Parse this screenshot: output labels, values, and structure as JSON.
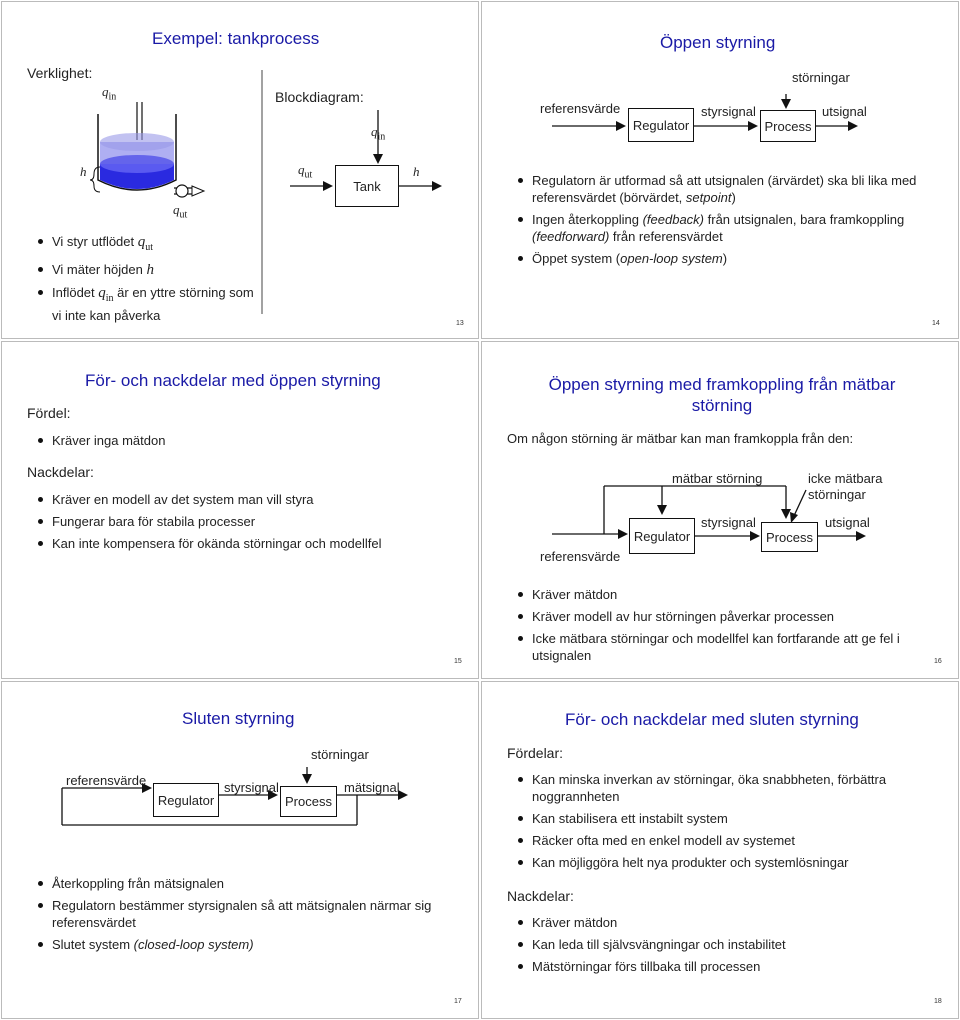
{
  "slides": {
    "s13": {
      "title": "Exempel: tankprocess",
      "verklighet": "Verklighet:",
      "blockdiagram": "Blockdiagram:",
      "qin_label": "q",
      "qin_sub": "in",
      "qut_label": "q",
      "qut_sub": "ut",
      "h_label": "h",
      "tank_label": "Tank",
      "bullets": [
        "Vi styr utflödet q ut",
        "Vi mäter höjden h",
        "Inflödet q in är en yttre störning som vi inte kan påverka"
      ],
      "page_number": "13"
    },
    "s14": {
      "title": "Öppen styrning",
      "diagram": {
        "storningar": "störningar",
        "referensvarde": "referensvärde",
        "regulator": "Regulator",
        "styrsignal": "styrsignal",
        "process": "Process",
        "utsignal": "utsignal"
      },
      "bullets": [
        "Regulatorn är utformad så att utsignalen (ärvärdet) ska bli lika med referensvärdet (börvärdet, setpoint)",
        "Ingen återkoppling (feedback) från utsignalen, bara framkoppling (feedforward) från referensvärdet",
        "Öppet system (open-loop system)"
      ],
      "page_number": "14"
    },
    "s15": {
      "title": "För- och nackdelar med öppen styrning",
      "fordel": "Fördel:",
      "fordel_items": [
        "Kräver inga mätdon"
      ],
      "nackdelar": "Nackdelar:",
      "nackdel_items": [
        "Kräver en modell av det system man vill styra",
        "Fungerar bara för stabila processer",
        "Kan inte kompensera för okända störningar och modellfel"
      ],
      "page_number": "15"
    },
    "s16": {
      "title": "Öppen styrning med framkoppling från mätbar störning",
      "intro": "Om någon störning är mätbar kan man framkoppla från den:",
      "diagram": {
        "matbar": "mätbar störning",
        "ickematbara": "icke mätbara störningar",
        "regulator": "Regulator",
        "styrsignal": "styrsignal",
        "process": "Process",
        "utsignal": "utsignal",
        "referensvarde": "referensvärde"
      },
      "bullets": [
        "Kräver mätdon",
        "Kräver modell av hur störningen påverkar processen",
        "Icke mätbara störningar och modellfel kan fortfarande att ge fel i utsignalen"
      ],
      "page_number": "16"
    },
    "s17": {
      "title": "Sluten styrning",
      "diagram": {
        "storningar": "störningar",
        "referensvarde": "referensvärde",
        "regulator": "Regulator",
        "styrsignal": "styrsignal",
        "process": "Process",
        "matsignal": "mätsignal"
      },
      "bullets": [
        "Återkoppling från mätsignalen",
        "Regulatorn bestämmer styrsignalen så att mätsignalen närmar sig referensvärdet",
        "Slutet system (closed-loop system)"
      ],
      "page_number": "17"
    },
    "s18": {
      "title": "För- och nackdelar med sluten styrning",
      "fordelar": "Fördelar:",
      "fordel_items": [
        "Kan minska inverkan av störningar, öka snabbheten, förbättra noggrannheten",
        "Kan stabilisera ett instabilt system",
        "Räcker ofta med en enkel modell av systemet",
        "Kan möjliggöra helt nya produkter och systemlösningar"
      ],
      "nackdelar": "Nackdelar:",
      "nackdel_items": [
        "Kräver mätdon",
        "Kan leda till självsvängningar och instabilitet",
        "Mätstörningar förs tillbaka till processen"
      ],
      "page_number": "18"
    }
  }
}
